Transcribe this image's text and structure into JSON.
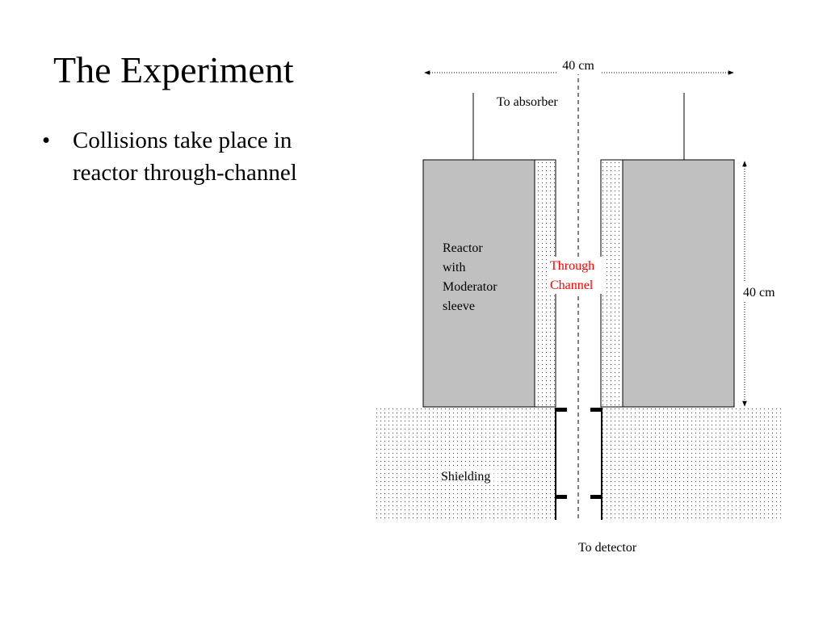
{
  "slide": {
    "title": "The Experiment",
    "bullets": [
      "Collisions take place in reactor through-channel"
    ]
  },
  "diagram": {
    "labels": {
      "width_dimension": "40 cm",
      "height_dimension": "40 cm",
      "to_absorber": "To absorber",
      "to_detector": "To detector",
      "reactor": [
        "Reactor",
        "with",
        "Moderator",
        "sleeve"
      ],
      "through_channel": [
        "Through",
        "Channel"
      ],
      "shielding": "Shielding"
    },
    "colors": {
      "reactor_fill": "#c0c0c0",
      "through_channel_text": "#ff0000",
      "stroke": "#000000"
    }
  }
}
